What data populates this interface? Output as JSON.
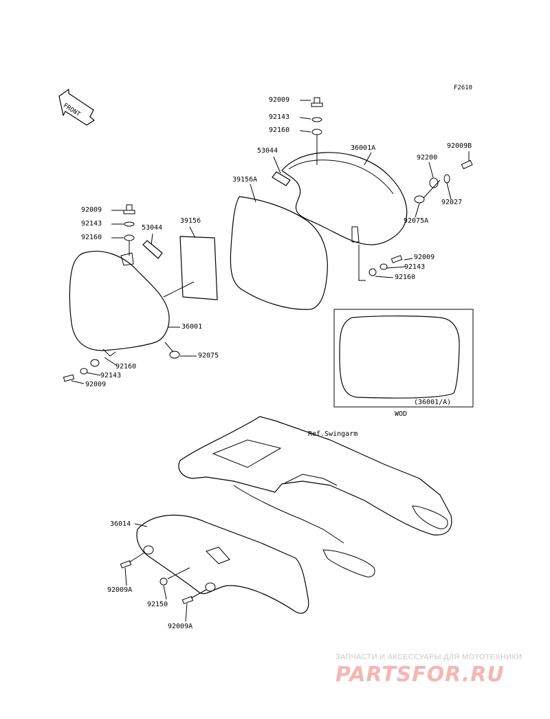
{
  "figure_code": "F2610",
  "front_arrow_label": "FRONT",
  "inset": {
    "variant": "(36001/A)",
    "region": "WOD"
  },
  "ref_label": "Ref.Swingarm",
  "callouts": {
    "l_92009": "92009",
    "l_92143": "92143",
    "l_92160": "92160",
    "l_53044": "53044",
    "l_39156": "39156",
    "l_36001": "36001",
    "l_92075": "92075",
    "l_92160b": "92160",
    "l_92143b": "92143",
    "l_92009b": "92009",
    "r_92009": "92009",
    "r_92143": "92143",
    "r_92160": "92160",
    "r_53044": "53044",
    "r_39156A": "39156A",
    "r_36001A": "36001A",
    "r_92200": "92200",
    "r_92009B": "92009B",
    "r_92027": "92027",
    "r_92075A": "92075A",
    "r_92009c": "92009",
    "r_92143c": "92143",
    "r_92160c": "92160",
    "g_36014": "36014",
    "g_92009A": "92009A",
    "g_92150": "92150",
    "g_92009A_2": "92009A"
  },
  "watermark": {
    "tagline": "ЗАПЧАСТИ И АКСЕССУАРЫ ДЛЯ МОТОТЕХНИКИ",
    "logo": "PARTSFOR.RU"
  }
}
